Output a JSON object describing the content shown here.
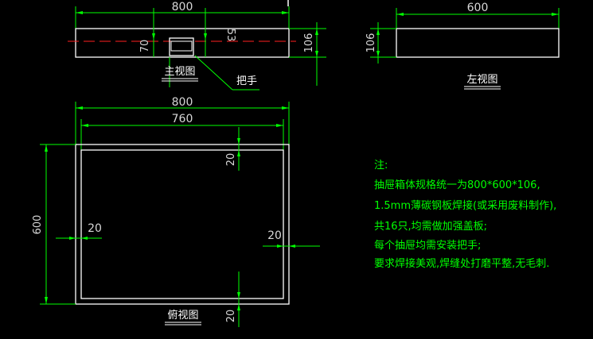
{
  "main_view": {
    "dim_width": "800",
    "dim_left": "70",
    "dim_right": "53",
    "dim_height": "106",
    "title": "主视图",
    "handle_label": "把手"
  },
  "left_view": {
    "dim_width": "600",
    "dim_height": "106",
    "title": "左视图"
  },
  "top_view": {
    "dim_outer_width": "800",
    "dim_inner_width": "760",
    "dim_height": "600",
    "dim_wall_top": "20",
    "dim_wall_left": "20",
    "dim_wall_right": "20",
    "dim_wall_bottom": "20",
    "title": "俯视图"
  },
  "notes": {
    "heading": "注:",
    "lines": [
      "抽屉箱体规格统一为800*600*106,",
      "1.5mm薄碳钢板焊接(或采用废料制作),",
      "共16只,均需做加强盖板;",
      "每个抽屉均需安装把手;",
      "要求焊接美观,焊缝处打磨平整,无毛刺."
    ]
  },
  "colors": {
    "background": "#000000",
    "outline": "#ffffff",
    "dimension": "#00ff00",
    "centerline": "#ff2020"
  }
}
